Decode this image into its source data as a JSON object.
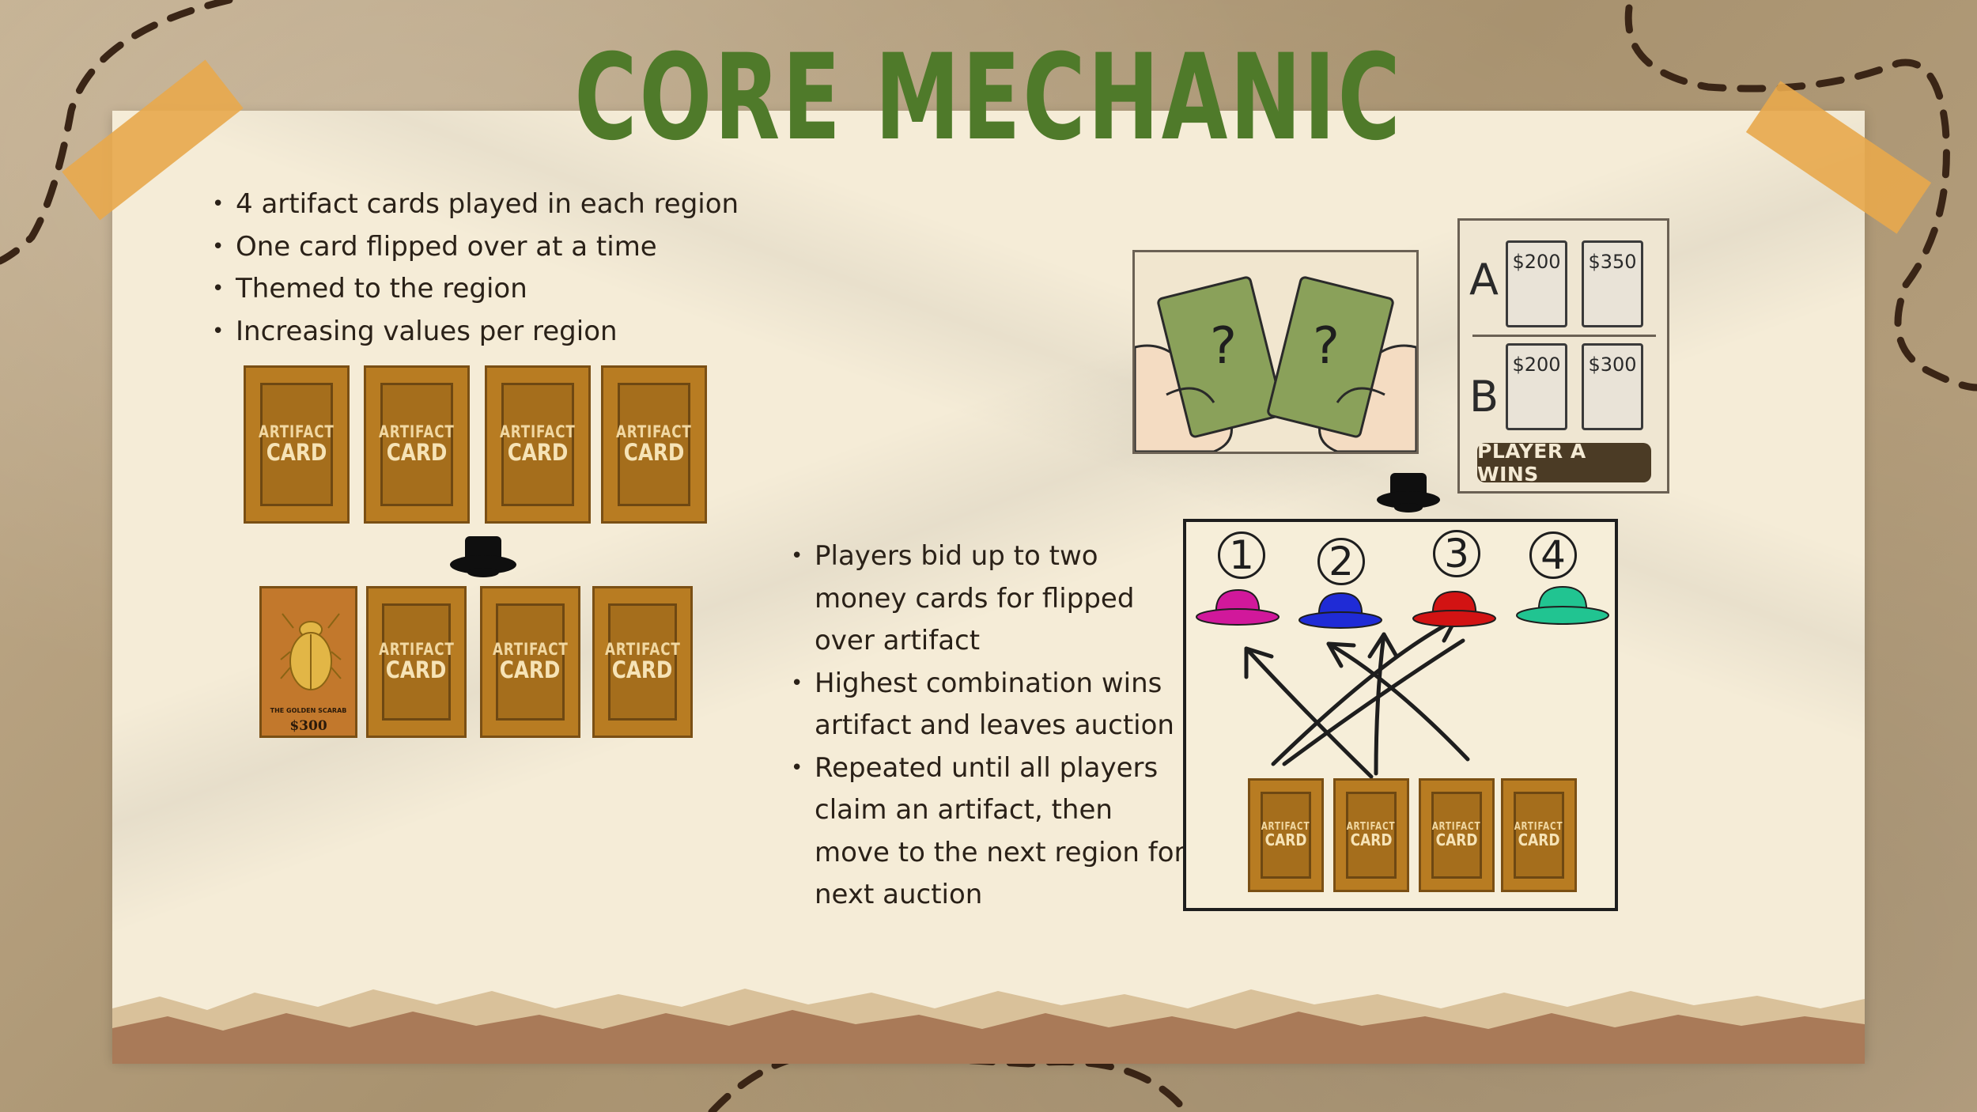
{
  "slide": {
    "title": "CORE MECHANIC",
    "colors": {
      "title": "#4f7a2a",
      "paper": "#f5ecd7",
      "tape": "#e8a84c",
      "card": "#b87c22",
      "badge": "#4b3b25"
    }
  },
  "left_bullets": [
    "4 artifact cards played in each region",
    "One card flipped over at a time",
    "Themed to the region",
    "Increasing values per region"
  ],
  "right_bullets": [
    "Players bid up to two money cards for flipped over artifact",
    "Highest combination wins artifact and leaves auction",
    "Repeated until all players claim an artifact, then move to the next region for next auction"
  ],
  "artifact_card": {
    "line1": "ARTIFACT",
    "line2": "CARD"
  },
  "flipped_card": {
    "name": "THE GOLDEN SCARAB",
    "price": "$300"
  },
  "bid_panel": {
    "rows": [
      {
        "letter": "A",
        "values": [
          "$200",
          "$350"
        ]
      },
      {
        "letter": "B",
        "values": [
          "$200",
          "$300"
        ]
      }
    ],
    "result": "PLAYER A WINS"
  },
  "hidden_cards": {
    "marks": [
      "?",
      "?"
    ]
  },
  "players": {
    "numbers": [
      "1",
      "2",
      "3",
      "4"
    ],
    "hat_colors": [
      "#d1189b",
      "#1f2bd6",
      "#d21313",
      "#21c491"
    ]
  },
  "icons": [
    "hat-icon",
    "scarab-icon",
    "hand-icon",
    "arrow-icon"
  ]
}
